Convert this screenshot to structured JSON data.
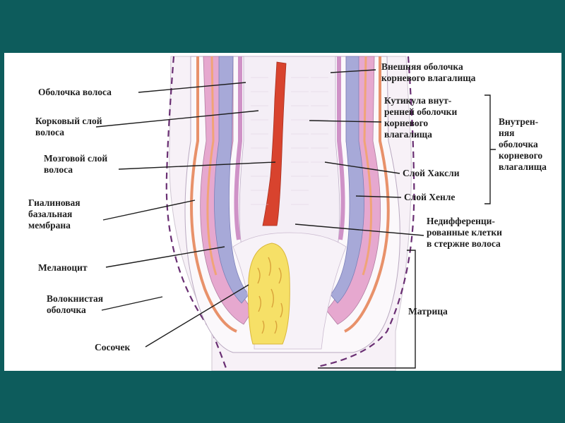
{
  "labels": {
    "outer_root_sheath": "Внешняя оболочка\nкорневого влагалища",
    "hair_cuticle": "Оболочка волоса",
    "inner_sheath_cuticle": "Кутикула внут-\nренней оболочки\nкорневого\nвлагалища",
    "inner_root_sheath": "Внутрен-\nняя\nоболочка\nкорневого\nвлагалища",
    "hair_cortex": "Корковый слой\nволоса",
    "hair_medulla": "Мозговой слой\nволоса",
    "huxley_layer": "Слой Хаксли",
    "henle_layer": "Слой Хенле",
    "hyaline_membrane": "Гиалиновая\nбазальная\nмембрана",
    "undifferentiated_cells": "Недифференци-\nрованные клетки\nв стержне волоса",
    "melanocyte": "Меланоцит",
    "fibrous_sheath": "Волокнистая\nоболочка",
    "matrix": "Матрица",
    "papilla": "Сосочек"
  },
  "colors": {
    "slide_background": "#0d5c5c",
    "panel_background": "#ffffff",
    "medulla": "#d8432e",
    "cortex_pink": "#e6a8cf",
    "huxley_blue": "#a7a9d8",
    "henle_orange": "#e8916a",
    "papilla_yellow": "#f6e067",
    "fibrous_purple": "#6a2f73"
  }
}
